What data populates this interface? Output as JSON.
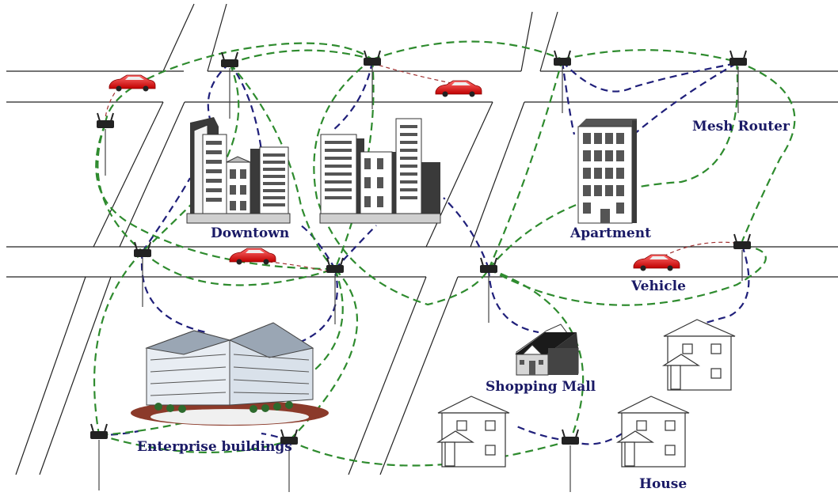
{
  "labels": {
    "downtown": "Downtown",
    "apartment": "Apartment",
    "mesh_router": "Mesh Router",
    "vehicle": "Vehicle",
    "shopping_mall": "Shopping Mall",
    "enterprise": "Enterprise buildings",
    "house": "House"
  },
  "colors": {
    "mesh_link": "#2e8b2e",
    "access_link": "#1f1f7a",
    "vehicle_link": "#a03030",
    "label_text": "#1a1a66",
    "car_body": "#e01818",
    "road": "#222222"
  },
  "icons": [
    "mesh-router-icon",
    "car-icon",
    "office-tower-icon",
    "apartment-building-icon",
    "shopping-mall-icon",
    "house-icon",
    "enterprise-building-icon"
  ]
}
